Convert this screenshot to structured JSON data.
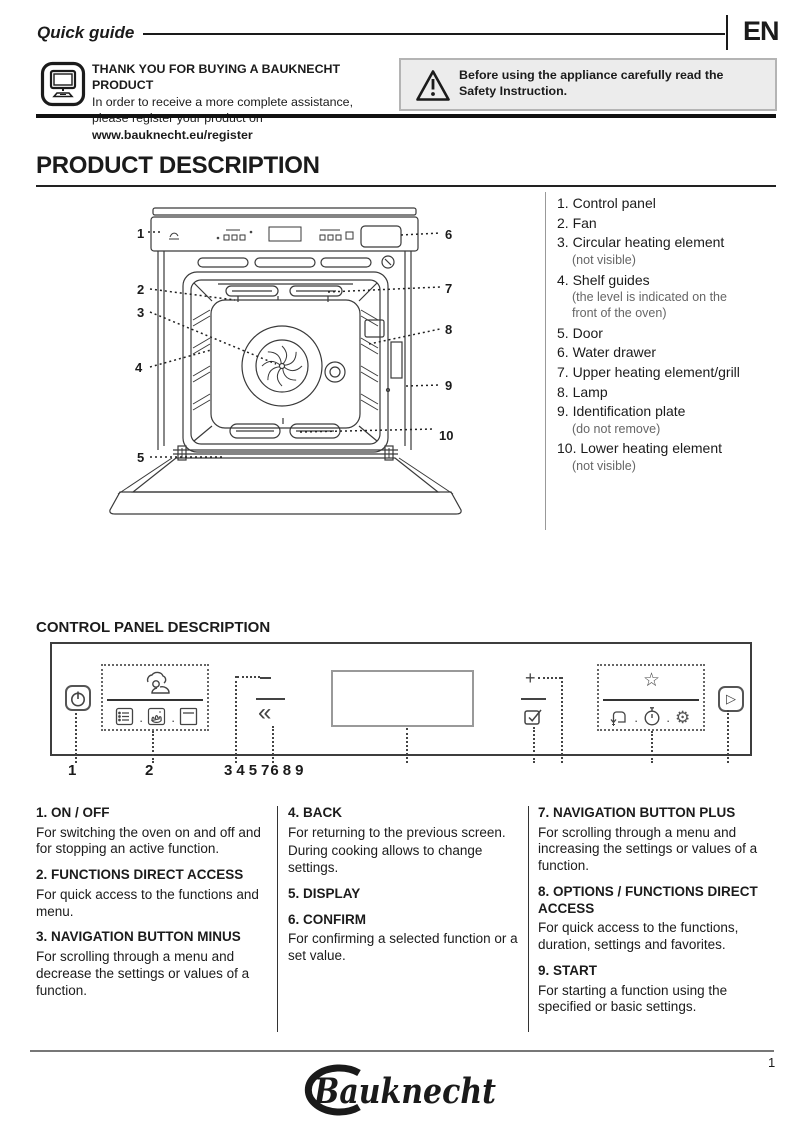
{
  "header": {
    "title": "Quick guide",
    "lang": "EN"
  },
  "register": {
    "heading": "THANK YOU FOR BUYING A BAUKNECHT PRODUCT",
    "body": "In order to receive a more complete assistance, please register your product on ",
    "url": "www.bauknecht.eu/register"
  },
  "warning": {
    "text": "Before using the appliance carefully read the Safety Instruction."
  },
  "product": {
    "title": "PRODUCT DESCRIPTION",
    "parts": [
      {
        "num": "1.",
        "label": "Control panel"
      },
      {
        "num": "2.",
        "label": "Fan"
      },
      {
        "num": "3.",
        "label": "Circular heating element",
        "note": "(not visible)"
      },
      {
        "num": "4.",
        "label": "Shelf guides",
        "note": "(the level is indicated on the front of the oven)"
      },
      {
        "num": "5.",
        "label": "Door"
      },
      {
        "num": "6.",
        "label": "Water drawer"
      },
      {
        "num": "7.",
        "label": "Upper heating element/grill"
      },
      {
        "num": "8.",
        "label": "Lamp"
      },
      {
        "num": "9.",
        "label": "Identification plate",
        "note": "(do not remove)"
      },
      {
        "num": "10.",
        "label": "Lower heating element",
        "note": "(not visible)"
      }
    ],
    "callouts": [
      "1",
      "2",
      "3",
      "4",
      "5",
      "6",
      "7",
      "8",
      "9",
      "10"
    ]
  },
  "panel": {
    "title": "CONTROL PANEL DESCRIPTION",
    "callout_1": "1",
    "callout_2": "2",
    "cluster": [
      "3",
      "4",
      "5",
      "7",
      "6",
      "8",
      "9"
    ],
    "glyphs": {
      "back": "«",
      "plus": "+",
      "star": "☆",
      "gear": "⚙",
      "play": "▷",
      "dot": "·"
    }
  },
  "buttons": [
    {
      "title": "1. ON / OFF",
      "desc1": "For switching the oven on and off and for stopping an active function."
    },
    {
      "title": "2. FUNCTIONS DIRECT ACCESS",
      "desc1": "For quick access to the functions and menu."
    },
    {
      "title": "3. NAVIGATION BUTTON MINUS",
      "desc1": "For scrolling through a menu and decrease the settings or values of a function."
    },
    {
      "title": "4. BACK",
      "desc1": "For returning to the previous screen.",
      "desc2": "During cooking allows to change settings."
    },
    {
      "title": "5. DISPLAY"
    },
    {
      "title": "6. CONFIRM",
      "desc1": "For confirming a selected function or a set value."
    },
    {
      "title": "7. NAVIGATION BUTTON PLUS",
      "desc1": "For scrolling through a menu and increasing the settings or values of a function."
    },
    {
      "title": "8. OPTIONS / FUNCTIONS DIRECT ACCESS",
      "desc1": "For quick access to the functions, duration, settings and favorites."
    },
    {
      "title": "9. START",
      "desc1": "For starting a function using the specified or basic settings."
    }
  ],
  "footer": {
    "page": "1",
    "brand": "Bauknecht"
  }
}
